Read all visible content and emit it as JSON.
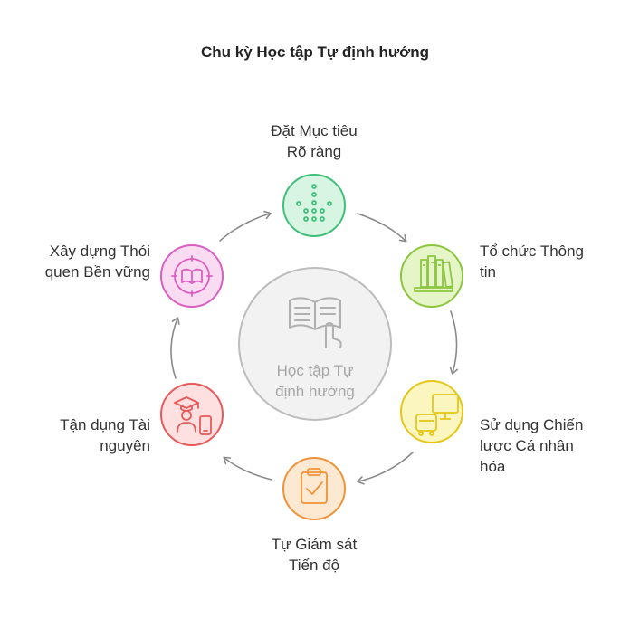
{
  "title": "Chu kỳ Học tập Tự định hướng",
  "center": {
    "line1": "Học tập Tự",
    "line2": "định hướng",
    "icon": "open-book-hand-icon"
  },
  "steps": [
    {
      "line1": "Đặt Mục tiêu",
      "line2": "Rõ ràng",
      "icon": "target-arrow-icon",
      "fill": "#d8f5e4",
      "stroke": "#3fbf7a"
    },
    {
      "line1": "Tổ chức Thông",
      "line2": "tin",
      "icon": "books-icon",
      "fill": "#e6f5c8",
      "stroke": "#8cc63f"
    },
    {
      "line1": "Sử dụng Chiến",
      "line2": "lược Cá nhân",
      "line3": "hóa",
      "icon": "devices-icon",
      "fill": "#fbf5c0",
      "stroke": "#e6c619"
    },
    {
      "line1": "Tự Giám sát",
      "line2": "Tiến độ",
      "icon": "clipboard-check-icon",
      "fill": "#fde8d2",
      "stroke": "#f0923a"
    },
    {
      "line1": "Tận dụng Tài",
      "line2": "nguyên",
      "icon": "graduate-phone-icon",
      "fill": "#fde0df",
      "stroke": "#e85a5a"
    },
    {
      "line1": "Xây dựng Thói",
      "line2": "quen Bền vững",
      "icon": "book-compass-icon",
      "fill": "#fadcf2",
      "stroke": "#d95fc0"
    }
  ]
}
